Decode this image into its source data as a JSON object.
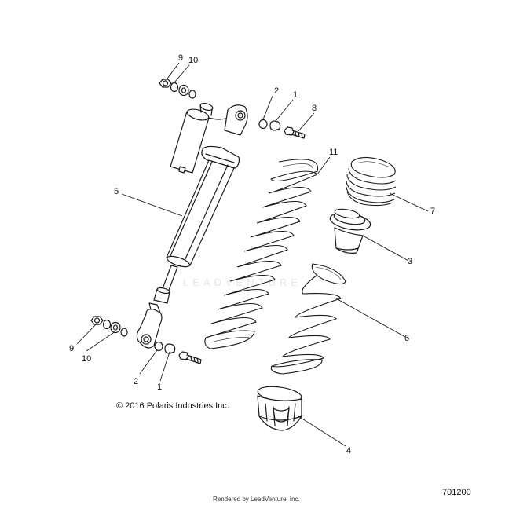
{
  "diagram": {
    "callouts": {
      "top_washer_num": "9",
      "top_bushing_num": "10",
      "top_washer2_num": "2",
      "top_bushing2_num": "1",
      "top_bolt_num": "8",
      "spring_11_num": "11",
      "shock_num": "5",
      "spring_7_num": "7",
      "adapter_3_num": "3",
      "spring_6_num": "6",
      "bottom_washer_num": "9",
      "bottom_bushing_num": "10",
      "bottom_washer2_num": "2",
      "bottom_bushing2_num": "1",
      "collar_4_num": "4"
    },
    "copyright": "© 2016 Polaris Industries Inc.",
    "diagram_id": "701200",
    "render_credit": "Rendered by LeadVenture, Inc.",
    "watermark": "LEADVENTURE"
  }
}
